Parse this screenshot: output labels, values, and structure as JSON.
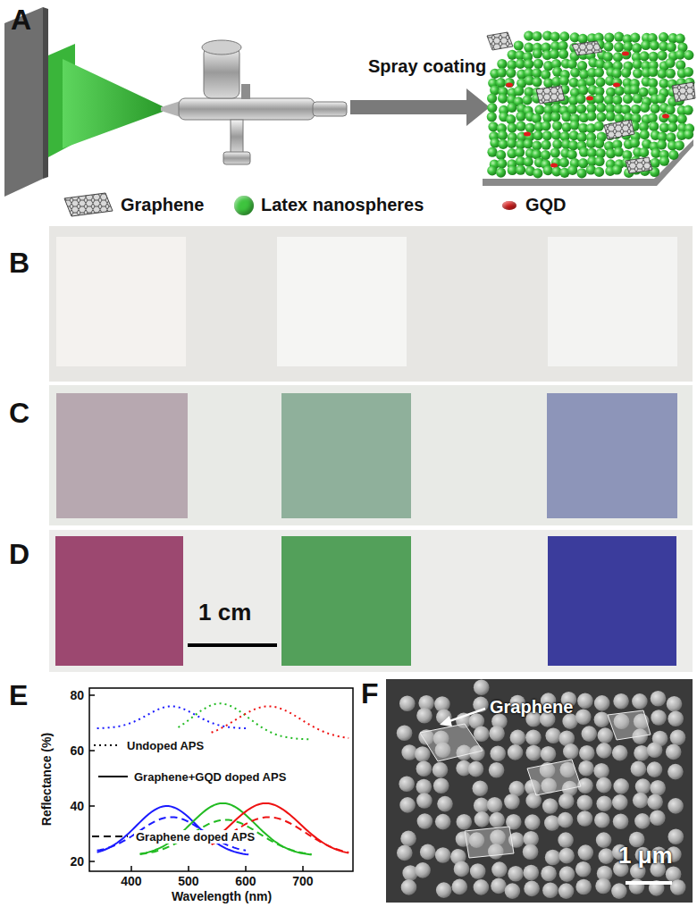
{
  "diagram": {
    "labels": [
      "A",
      "Spray coating",
      "B",
      "C",
      "D",
      "1 cm",
      "E",
      "80",
      "60",
      "40",
      "20",
      "400",
      "500",
      "600",
      "700",
      "Wavelength (nm)",
      "Reflectance (%)",
      "F",
      "Graphene",
      "1 μm"
    ],
    "legend": [
      {
        "text": "Graphene"
      },
      {
        "text": "Latex nanospheres",
        "color": "#3ec43e"
      },
      {
        "text": "GQD",
        "color": "#e01b1b"
      },
      {
        "text": "Undoped APS"
      },
      {
        "text": "Graphene+GQD doped APS"
      },
      {
        "text": "Graphene doped APS"
      }
    ]
  }
}
